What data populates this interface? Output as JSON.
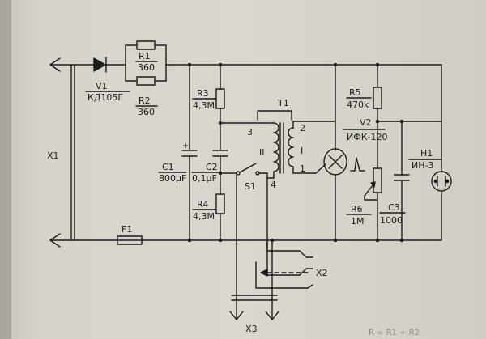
{
  "labels": {
    "x1": "X1",
    "x2": "X2",
    "x3": "X3",
    "v1": "V1",
    "v1_type": "КД105Г",
    "r1": "R1",
    "r1_value": "360",
    "r2": "R2",
    "r2_value": "360",
    "r3": "R3",
    "r3_value": "4,3М",
    "r4": "R4",
    "r4_value": "4,3М",
    "r5": "R5",
    "r5_value": "470k",
    "r6": "R6",
    "r6_value": "1М",
    "c1": "C1",
    "c1_value": "800μF",
    "c1_polarity": "+",
    "c2": "C2",
    "c2_value": "0,1μF",
    "c3": "C3",
    "c3_value": "1000",
    "t1": "T1",
    "t1_pin2": "2",
    "t1_pin3": "3",
    "t1_pin1": "1",
    "t1_pin4": "4",
    "t1_winding_primary": "I",
    "t1_winding_secondary": "II",
    "v2": "V2",
    "v2_type": "ИФК-120",
    "h1": "H1",
    "h1_type": "ИН-3",
    "s1": "S1",
    "f1": "F1",
    "pencil_note": "R = R1 + R2"
  },
  "colors": {
    "ink": "#1c1c1c",
    "paper": "#d9d7ce"
  }
}
